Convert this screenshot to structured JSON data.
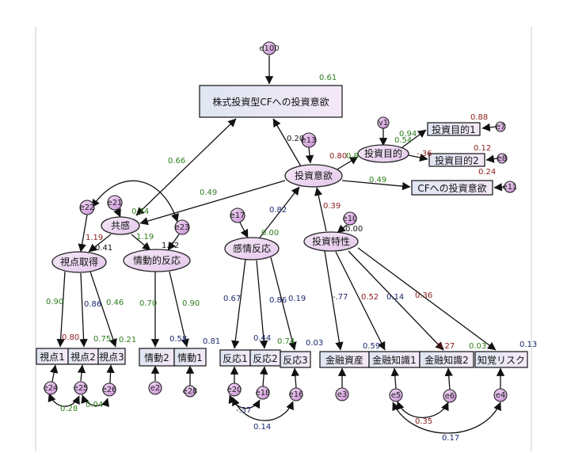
{
  "colors": {
    "black": "#111111",
    "green": "#2e7d1e",
    "navy": "#1c2a6e",
    "darkred": "#8b1a1a",
    "box": "#eaeaf6",
    "ellipse": "#efd9f2",
    "error": "#e6bdea"
  },
  "nodes": {
    "target": "株式投資型CFへの投資意欲",
    "intent": "投資意欲",
    "goal": "投資目的",
    "goal1": "投資目的1",
    "goal2": "投資目的2",
    "cf": "CFへの投資意欲",
    "kyokan": "共感",
    "shiten": "視点取得",
    "jodou": "情動的反応",
    "kanjo": "感情反応",
    "tokusei": "投資特性",
    "s1": "視点1",
    "s2": "視点2",
    "s3": "視点3",
    "j2": "情動2",
    "j1": "情動1",
    "h1": "反応1",
    "h2": "反応2",
    "h3": "反応3",
    "k1": "金融資産",
    "k2": "金融知識1",
    "k3": "金融知識2",
    "k4": "知覚リスク"
  },
  "errors": {
    "e100": "e100",
    "e13": "e13",
    "v1": "v1",
    "e7": "e7",
    "e8": "e8",
    "e11": "e11",
    "e21": "e21",
    "e22": "e22",
    "e23": "e23",
    "e17": "e17",
    "e10": "e10",
    "e24": "e24",
    "e25": "e25",
    "e26": "e26",
    "e2": "e2",
    "e28": "e28",
    "e20": "e20",
    "e18": "e18",
    "e16": "e16",
    "e3": "e3",
    "e5": "e5",
    "e6": "e6",
    "e4": "e4"
  },
  "coefs": [
    {
      "v": "0.61",
      "c": "green"
    },
    {
      "v": "0.66",
      "c": "green"
    },
    {
      "v": "0.20",
      "c": "black"
    },
    {
      "v": "0.80",
      "c": "darkred"
    },
    {
      "v": "0.8",
      "c": "green"
    },
    {
      "v": "0.49",
      "c": "green"
    },
    {
      "v": "0.49",
      "c": "green"
    },
    {
      "v": "0.88",
      "c": "darkred"
    },
    {
      "v": "0.94",
      "c": "green"
    },
    {
      "v": "0.54",
      "c": "green"
    },
    {
      "v": "-.36",
      "c": "darkred"
    },
    {
      "v": "0.12",
      "c": "darkred"
    },
    {
      "v": "0.24",
      "c": "darkred"
    },
    {
      "v": "0.24",
      "c": "green"
    },
    {
      "v": "1.19",
      "c": "darkred"
    },
    {
      "v": "0.41",
      "c": "black"
    },
    {
      "v": "1.19",
      "c": "green"
    },
    {
      "v": "1.42",
      "c": "black"
    },
    {
      "v": "0.82",
      "c": "navy"
    },
    {
      "v": "0.39",
      "c": "darkred"
    },
    {
      "v": "0.00",
      "c": "black"
    },
    {
      "v": "0.00",
      "c": "green"
    },
    {
      "v": "0.90",
      "c": "green"
    },
    {
      "v": "0.80",
      "c": "darkred"
    },
    {
      "v": "0.86",
      "c": "navy"
    },
    {
      "v": "0.75",
      "c": "green"
    },
    {
      "v": "0.46",
      "c": "green"
    },
    {
      "v": "0.21",
      "c": "green"
    },
    {
      "v": "0.70",
      "c": "green"
    },
    {
      "v": "0.90",
      "c": "green"
    },
    {
      "v": "0.58",
      "c": "navy"
    },
    {
      "v": "0.81",
      "c": "navy"
    },
    {
      "v": "0.67",
      "c": "navy"
    },
    {
      "v": "0.86",
      "c": "navy"
    },
    {
      "v": "0.19",
      "c": "navy"
    },
    {
      "v": "0.44",
      "c": "navy"
    },
    {
      "v": "0.74",
      "c": "green"
    },
    {
      "v": "0.03",
      "c": "navy"
    },
    {
      "v": "-.77",
      "c": "navy"
    },
    {
      "v": "0.52",
      "c": "darkred"
    },
    {
      "v": "0.14",
      "c": "navy"
    },
    {
      "v": "0.36",
      "c": "darkred"
    },
    {
      "v": "0.59",
      "c": "navy"
    },
    {
      "v": "0.27",
      "c": "darkred"
    },
    {
      "v": "0.03",
      "c": "green"
    },
    {
      "v": "0.13",
      "c": "navy"
    },
    {
      "v": "0.28",
      "c": "green"
    },
    {
      "v": "0.04",
      "c": "green"
    },
    {
      "v": "-.37",
      "c": "navy"
    },
    {
      "v": "0.14",
      "c": "navy"
    },
    {
      "v": "0.35",
      "c": "darkred"
    },
    {
      "v": "0.17",
      "c": "navy"
    }
  ]
}
